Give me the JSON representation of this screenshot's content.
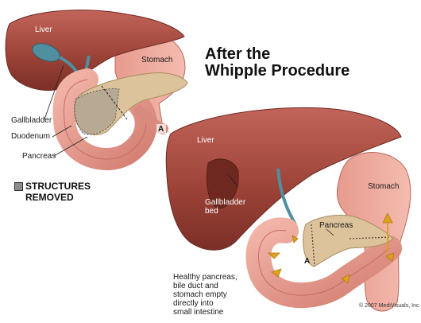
{
  "title_lines": [
    "After the",
    "Whipple Procedure"
  ],
  "legend": {
    "lines": [
      "STRUCTURES",
      "REMOVED"
    ],
    "color": "#8a8a8a"
  },
  "before_labels": {
    "liver": "Liver",
    "stomach": "Stomach",
    "gallbladder": "Gallbladder",
    "duodenum": "Duodenum",
    "pancreas": "Pancreas",
    "marker": "A"
  },
  "after_labels": {
    "liver": "Liver",
    "gallbladder_bed": [
      "Gallbladder",
      "bed"
    ],
    "stomach": "Stomach",
    "pancreas": "Pancreas",
    "marker": "A"
  },
  "caption_lines": [
    "Healthy pancreas,",
    "bile duct and",
    "stomach empty",
    "directly into",
    "small intestine"
  ],
  "copyright": "© 2007 MediVisuals, Inc.",
  "colors": {
    "liver": "#9a4136",
    "liver_light": "#b8564a",
    "intestine": "#e79c90",
    "intestine_dark": "#c76d62",
    "pancreas": "#dcc39c",
    "bile": "#4f8fa0",
    "arrow": "#e0a020"
  }
}
